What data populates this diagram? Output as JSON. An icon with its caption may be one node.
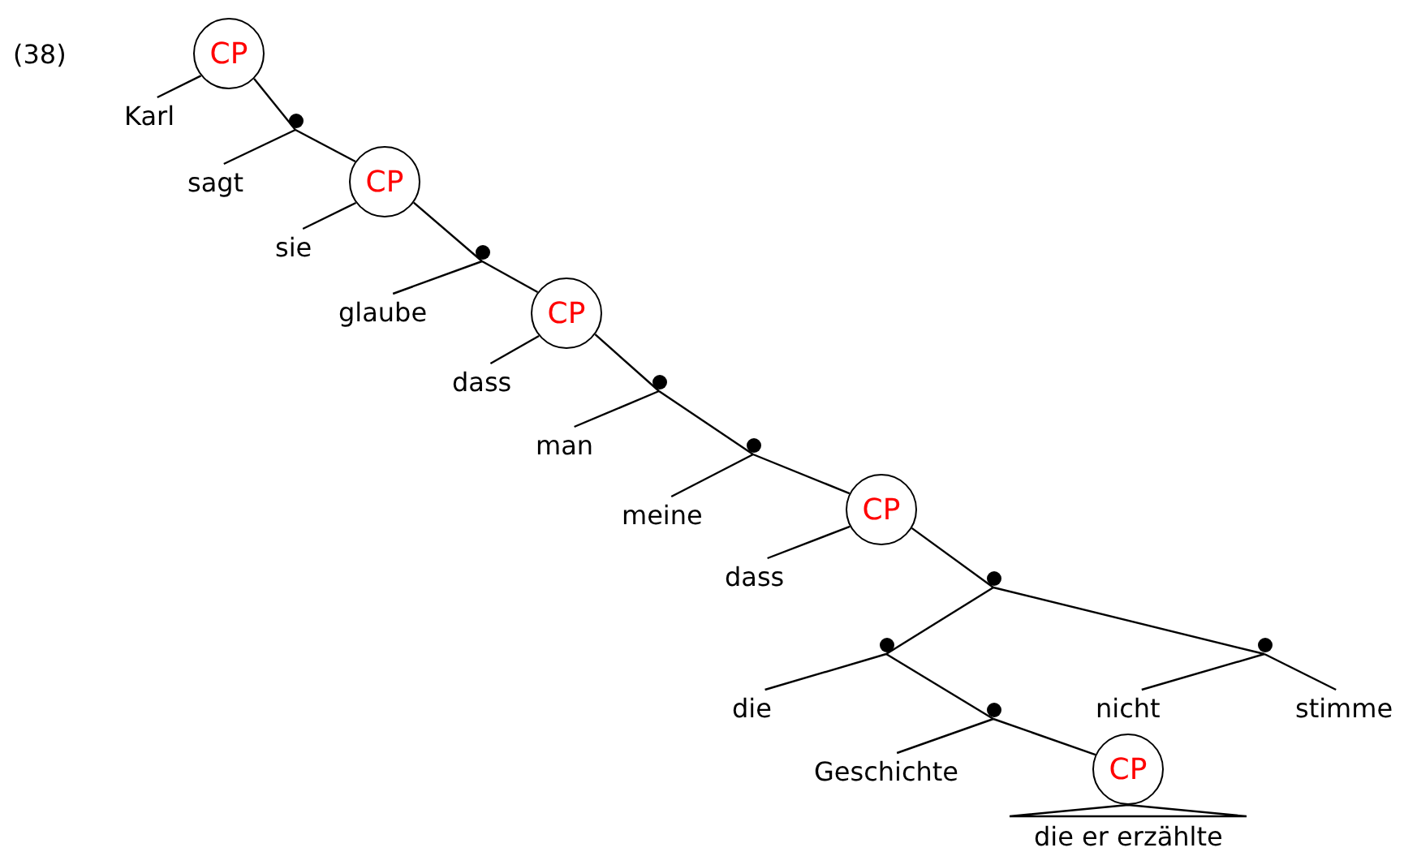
{
  "diagram": {
    "nodes": [
      {
        "text": [
          "CP"
        ]
      },
      {
        "text": [
          "Karl"
        ]
      },
      {
        "text": [],
        "shape": "circle"
      },
      {
        "text": [
          "sagt"
        ]
      },
      {
        "text": [
          "CP"
        ]
      },
      {
        "text": [
          "sie"
        ]
      },
      {
        "text": [],
        "shape": "circle"
      },
      {
        "text": [
          "glaube"
        ]
      },
      {
        "text": [
          "CP"
        ]
      },
      {
        "text": [
          "dass"
        ]
      },
      {
        "text": [],
        "shape": "circle"
      },
      {
        "text": [
          "man"
        ]
      },
      {
        "text": [],
        "shape": "circle"
      },
      {
        "text": [
          "meine"
        ]
      },
      {
        "text": [
          "CP"
        ]
      },
      {
        "text": [
          "dass"
        ]
      },
      {
        "text": [],
        "shape": "circle"
      },
      {
        "text": [],
        "shape": "circle"
      },
      {
        "text": [],
        "shape": "circle"
      },
      {
        "text": [
          "die"
        ]
      },
      {
        "text": [],
        "shape": "circle"
      },
      {
        "text": [
          "nicht"
        ]
      },
      {
        "text": [
          "stimme"
        ]
      },
      {
        "text": [
          "Geschichte"
        ]
      },
      {
        "text": [
          "CP"
        ]
      },
      {
        "text": [
          "die er erzählte"
        ]
      }
    ],
    "edges": [
      {
        "from": 0,
        "to": 1,
        "arrow": "none"
      },
      {
        "from": 0,
        "to": 2,
        "arrow": "none"
      },
      {
        "from": 2,
        "to": 3,
        "arrow": "none"
      },
      {
        "from": 2,
        "to": 4,
        "arrow": "none"
      },
      {
        "from": 4,
        "to": 5,
        "arrow": "none"
      },
      {
        "from": 4,
        "to": 6,
        "arrow": "none"
      },
      {
        "from": 6,
        "to": 7,
        "arrow": "none"
      },
      {
        "from": 6,
        "to": 8,
        "arrow": "none"
      },
      {
        "from": 8,
        "to": 9,
        "arrow": "none"
      },
      {
        "from": 8,
        "to": 10,
        "arrow": "none"
      },
      {
        "from": 10,
        "to": 11,
        "arrow": "none"
      },
      {
        "from": 10,
        "to": 12,
        "arrow": "none"
      },
      {
        "from": 12,
        "to": 13,
        "arrow": "none"
      },
      {
        "from": 12,
        "to": 14,
        "arrow": "none"
      },
      {
        "from": 14,
        "to": 15,
        "arrow": "none"
      },
      {
        "from": 14,
        "to": 16,
        "arrow": "none"
      },
      {
        "from": 16,
        "to": 17,
        "arrow": "none"
      },
      {
        "from": 16,
        "to": 18,
        "arrow": "none"
      },
      {
        "from": 17,
        "to": 19,
        "arrow": "none"
      },
      {
        "from": 17,
        "to": 20,
        "arrow": "none"
      },
      {
        "from": 18,
        "to": 21,
        "arrow": "none"
      },
      {
        "from": 18,
        "to": 22,
        "arrow": "none"
      },
      {
        "from": 20,
        "to": 23,
        "arrow": "none"
      },
      {
        "from": 20,
        "to": 24,
        "arrow": "none"
      },
      {
        "from": 24,
        "to": 25,
        "arrow": "none"
      }
    ],
    "labels": [
      "(38)"
    ]
  }
}
